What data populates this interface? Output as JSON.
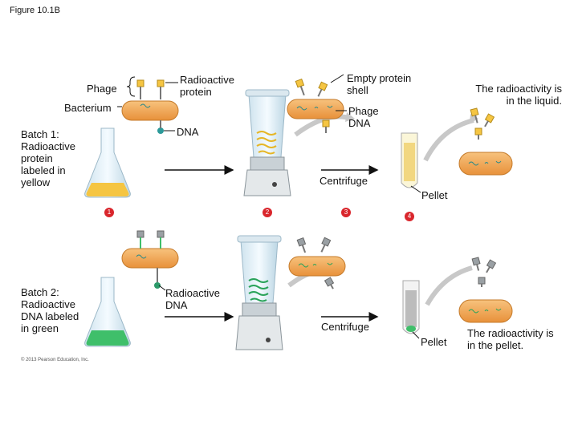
{
  "figure_label": "Figure 10.1B",
  "copyright": "© 2013 Pearson Education, Inc.",
  "labels": {
    "phage": "Phage",
    "bacterium": "Bacterium",
    "radioactive_protein": "Radioactive protein",
    "dna": "DNA",
    "empty_protein_shell": "Empty protein shell",
    "phage_dna": "Phage DNA",
    "radioactivity_liquid": "The radioactivity is in the liquid.",
    "batch1": "Batch 1: Radioactive protein labeled in yellow",
    "centrifuge_1": "Centrifuge",
    "pellet_1": "Pellet",
    "batch2": "Batch 2: Radioactive DNA labeled in green",
    "radioactive_dna": "Radioactive DNA",
    "centrifuge_2": "Centrifuge",
    "pellet_2": "Pellet",
    "radioactivity_pellet": "The radioactivity is in the pellet."
  },
  "steps": [
    "1",
    "2",
    "3",
    "4"
  ],
  "colors": {
    "yellow_label": "#f5c542",
    "green_label": "#3fbf6a",
    "bacterium": "#f0a24a",
    "step_badge": "#d9262c",
    "arrow_gray": "#c8c8c8"
  }
}
